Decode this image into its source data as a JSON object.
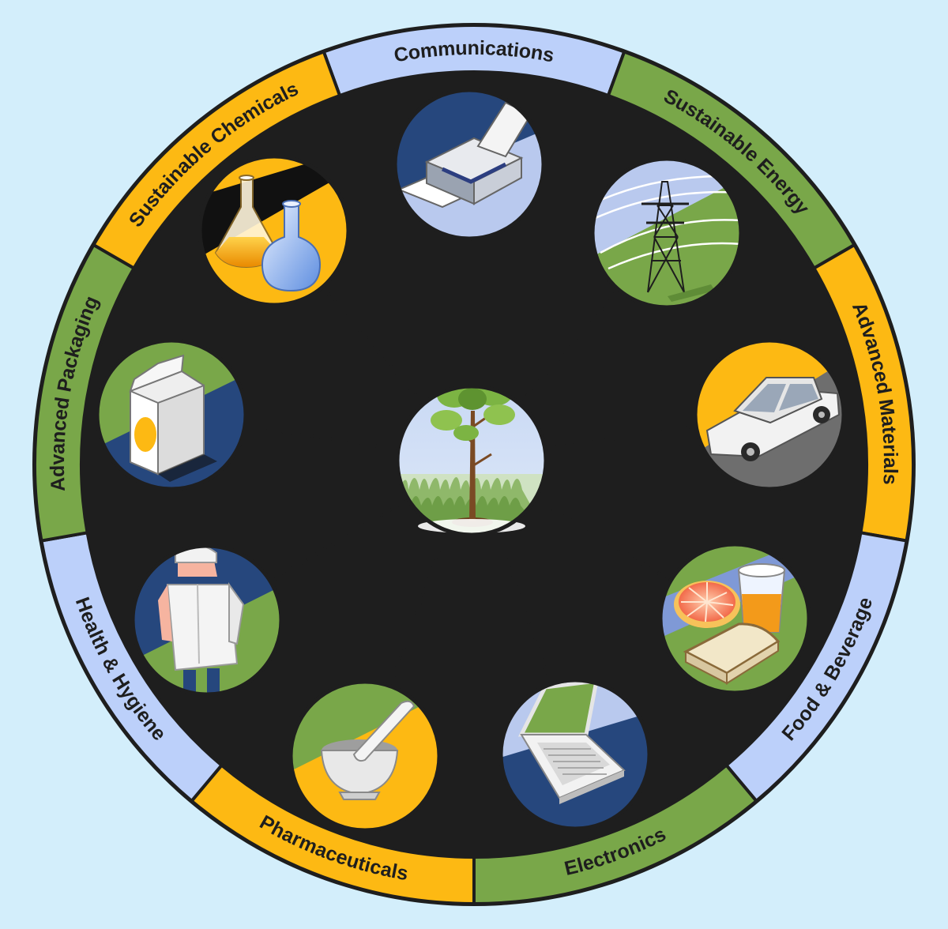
{
  "colors": {
    "background": "#d3eefb",
    "orange": "#fdb913",
    "green": "#79a749",
    "lightblue": "#bcd0fa",
    "navy": "#26477d",
    "outline": "#1e1e1e"
  },
  "segments": [
    {
      "label": "Communications",
      "color": "lightblue"
    },
    {
      "label": "Sustainable Energy",
      "color": "green"
    },
    {
      "label": "Advanced Materials",
      "color": "orange"
    },
    {
      "label": "Food & Beverage",
      "color": "lightblue"
    },
    {
      "label": "Electronics",
      "color": "green"
    },
    {
      "label": "Pharmaceuticals",
      "color": "orange"
    },
    {
      "label": "Health & Hygiene",
      "color": "lightblue"
    },
    {
      "label": "Advanced Packaging",
      "color": "green"
    },
    {
      "label": "Sustainable Chemicals",
      "color": "orange"
    }
  ],
  "hub": {
    "icon": "tree-icon"
  },
  "nodes": [
    {
      "icon": "printer-icon"
    },
    {
      "icon": "power-tower-icon"
    },
    {
      "icon": "car-icon"
    },
    {
      "icon": "food-icon"
    },
    {
      "icon": "laptop-icon"
    },
    {
      "icon": "mortar-pestle-icon"
    },
    {
      "icon": "health-worker-icon"
    },
    {
      "icon": "milk-carton-icon"
    },
    {
      "icon": "flasks-icon"
    }
  ]
}
